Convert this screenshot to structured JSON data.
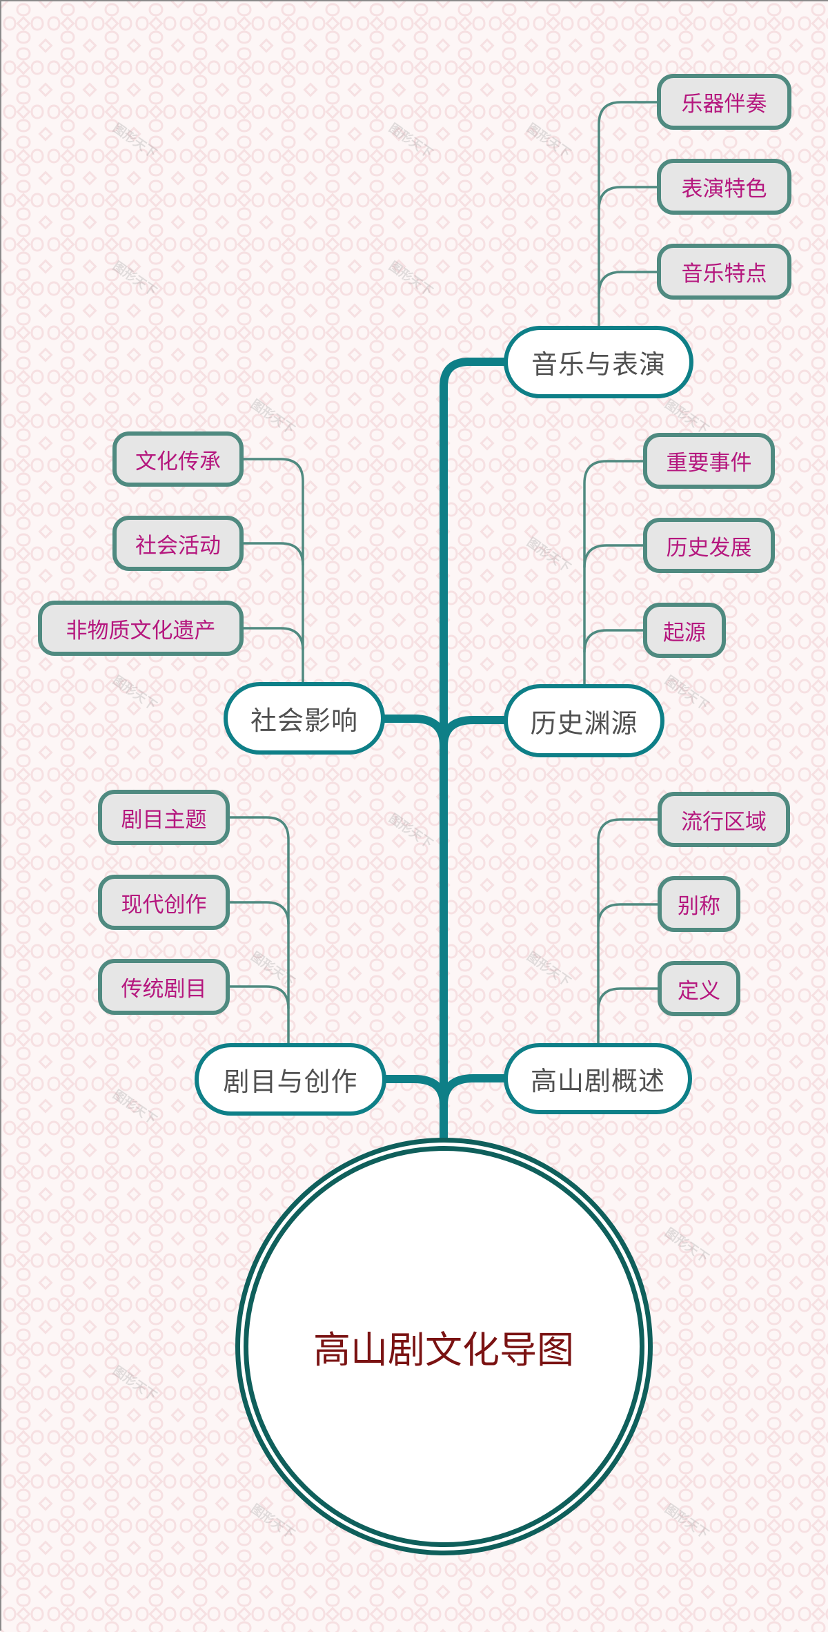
{
  "title": "高山剧文化导图",
  "watermark": "图形天下",
  "colors": {
    "main_branch": "#0e7f87",
    "sub_branch": "#4f8a80",
    "leaf_fill": "#e6e6e6",
    "leaf_text": "#b5177e",
    "main_text": "#505050",
    "root_ring": "#0f5f5b",
    "root_text": "#7a1212"
  },
  "branches": [
    {
      "label": "音乐与表演",
      "children": [
        "乐器伴奏",
        "表演特色",
        "音乐特点"
      ]
    },
    {
      "label": "社会影响",
      "children": [
        "文化传承",
        "社会活动",
        "非物质文化遗产"
      ]
    },
    {
      "label": "历史渊源",
      "children": [
        "重要事件",
        "历史发展",
        "起源"
      ]
    },
    {
      "label": "剧目与创作",
      "children": [
        "剧目主题",
        "现代创作",
        "传统剧目"
      ]
    },
    {
      "label": "高山剧概述",
      "children": [
        "流行区域",
        "别称",
        "定义"
      ]
    }
  ]
}
